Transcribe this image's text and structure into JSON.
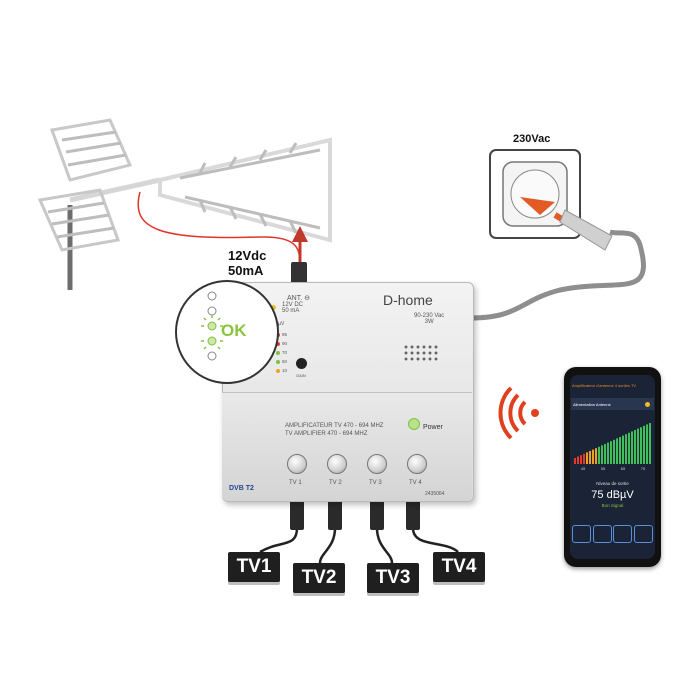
{
  "power_socket": {
    "voltage_label": "230Vac"
  },
  "antenna_feed": {
    "voltage": "12Vdc",
    "current": "50mA"
  },
  "callout": {
    "ok_label": "OK"
  },
  "amplifier": {
    "brand": "D-home",
    "input_label": "ANT.",
    "warning_line1": "12V DC",
    "warning_line2": "50 mA",
    "supply_line1": "90-230 Vac",
    "supply_line2": "3W",
    "level_unit": "dBµV",
    "level_marks": [
      "95",
      "90",
      "70",
      "50",
      "10"
    ],
    "gain_label": "GAIN",
    "title_fr": "AMPLIFICATEUR TV 470 - 694 MHZ",
    "title_en": "TV AMPLIFIER 470 - 694 MHZ",
    "power_label": "Power",
    "outputs": [
      "TV 1",
      "TV 2",
      "TV 3",
      "TV 4"
    ],
    "dvb_logo": "DVB T2",
    "ref_number": "2435064"
  },
  "tv_labels": [
    "TV1",
    "TV2",
    "TV3",
    "TV4"
  ],
  "phone": {
    "header": "Amplificateur d'antenne 4 sorties TV",
    "section": "Alimentation Antenne",
    "axis_ticks": [
      "45",
      "55",
      "65",
      "75"
    ],
    "output_label": "Niveau de sortie",
    "output_value": "75 dBµV",
    "signal_status": "Bon Signal"
  },
  "colors": {
    "cable_red": "#e0352b",
    "ok_green": "#8ac43f",
    "led_red": "#e53a2a",
    "led_green": "#7fc241",
    "led_orange": "#f0a020",
    "wifi_red": "#e0401f"
  }
}
